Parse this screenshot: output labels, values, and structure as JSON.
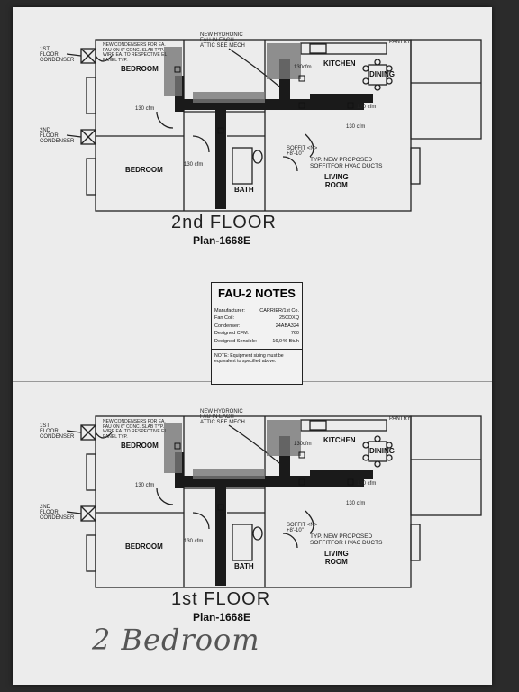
{
  "floors": [
    {
      "title": "2nd FLOOR",
      "plan": "Plan-1668E",
      "rooms": {
        "bedroom1": "BEDROOM",
        "bedroom2": "BEDROOM",
        "kitchen": "KITCHEN",
        "dining": "DINING",
        "living": "LIVING\nROOM",
        "bath": "BATH",
        "pantry": "PANTRY"
      },
      "notes": {
        "floor_condenser": "1ST\nFLOOR\nCONDENSER",
        "floor_condenser2": "2ND\nFLOOR\nCONDENSER",
        "condensers": "NEW CONDENSERS FOR EA.\nFAU ON 6\" CONC. SLAB TYP.\nWIRE EA. TO RESPECTIVE EL\nPANEL TYP.",
        "hydronic": "NEW HYDRONIC\nFAU IN EACH\nATTIC SEE MECH",
        "soffit": "SOFFIT <N>\n+8'-10\"",
        "proposed": "TYP. NEW PROPOSED\nSOFFITFOR HVAC DUCTS",
        "cfm1": "130 cfm",
        "cfm2": "130 cfm",
        "cfm3": "130 cfm",
        "cfm4": "130 cfm",
        "cfm5": "130cfm"
      }
    },
    {
      "title": "1st FLOOR",
      "plan": "Plan-1668E",
      "rooms": {
        "bedroom1": "BEDROOM",
        "bedroom2": "BEDROOM",
        "kitchen": "KITCHEN",
        "dining": "DINING",
        "living": "LIVING\nROOM",
        "bath": "BATH",
        "pantry": "PANTRY"
      },
      "notes": {
        "floor_condenser": "1ST\nFLOOR\nCONDENSER",
        "floor_condenser2": "2ND\nFLOOR\nCONDENSER",
        "condensers": "NEW CONDENSERS FOR EA.\nFAU ON 6\" CONC. SLAB TYP.\nWIRE EA. TO RESPECTIVE EL\nPANEL TYP.",
        "hydronic": "NEW HYDRONIC\nFAU IN EACH\nATTIC SEE MECH",
        "soffit": "SOFFIT <N>\n+8'-10\"",
        "proposed": "TYP. NEW PROPOSED\nSOFFITFOR HVAC DUCTS",
        "cfm1": "130 cfm",
        "cfm2": "130 cfm",
        "cfm3": "130 cfm",
        "cfm4": "130 cfm",
        "cfm5": "130cfm"
      }
    }
  ],
  "fau_notes": {
    "title": "FAU-2 NOTES",
    "rows": [
      {
        "label": "Manufacturer:",
        "value": "CARRIER/1st Co."
      },
      {
        "label": "Fan Coil:",
        "value": "25CDXQ"
      },
      {
        "label": "Condenser:",
        "value": "24ABA324"
      },
      {
        "label": "Designed CFM:",
        "value": "760"
      },
      {
        "label": "Designed Sensible:",
        "value": "16,046 Btuh"
      }
    ],
    "note": "NOTE: Equipment sizing must be equivalent to specified above."
  },
  "handwriting": "2 Bedroom"
}
